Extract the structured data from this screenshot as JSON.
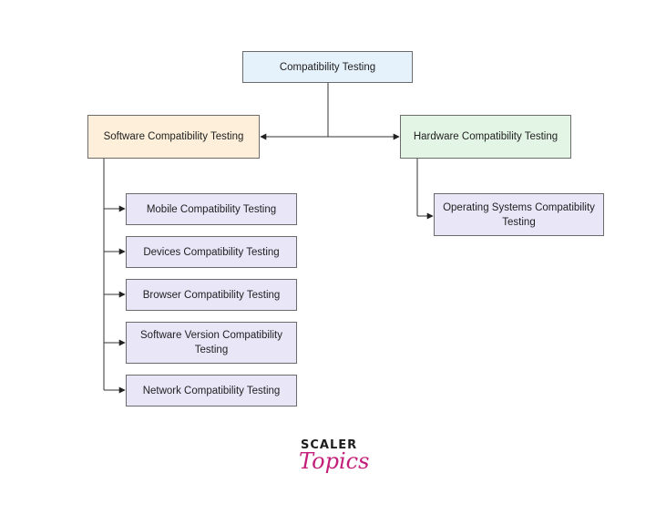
{
  "root": {
    "label": "Compatibility Testing"
  },
  "software": {
    "label": "Software Compatibility Testing",
    "children": [
      "Mobile Compatibility Testing",
      "Devices Compatibility Testing",
      "Browser Compatibility Testing",
      "Software Version Compatibility Testing",
      "Network Compatibility Testing"
    ]
  },
  "hardware": {
    "label": "Hardware Compatibility Testing",
    "children": [
      "Operating Systems Compatibility Testing"
    ]
  },
  "logo": {
    "top": "SCALER",
    "bottom": "Topics"
  },
  "colors": {
    "root_fill": "#e6f2fb",
    "software_fill": "#fdefd9",
    "hardware_fill": "#e3f6e6",
    "leaf_fill": "#e9e6f8",
    "logo_accent": "#c21e7a"
  }
}
